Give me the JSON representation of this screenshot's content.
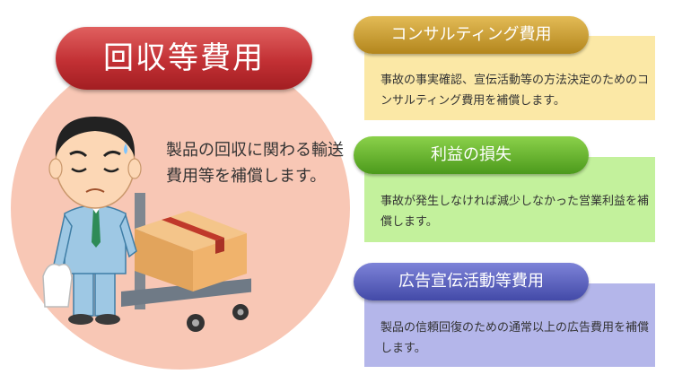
{
  "main": {
    "title": "回収等費用",
    "description": "製品の回収に関わる輸送費用等を補償します。"
  },
  "cards": [
    {
      "label": "コンサルティング費用",
      "text": "事故の事実確認、宣伝活動等の方法決定のためのコンサルティング費用を補償します。",
      "color": "#fbe8a6",
      "pill_color": "#c9a03a"
    },
    {
      "label": "利益の損失",
      "text": "事故が発生しなければ減少しなかった営業利益を補償します。",
      "color": "#c3f19c",
      "pill_color": "#6bb733"
    },
    {
      "label": "広告宣伝活動等費用",
      "text": "製品の信頼回復のための通常以上の広告費用を補償します。",
      "color": "#b4b6ea",
      "pill_color": "#5a60c0"
    }
  ],
  "illustration": {
    "subject": "worried-man-icon",
    "object": "cardboard-box-cart-icon"
  }
}
